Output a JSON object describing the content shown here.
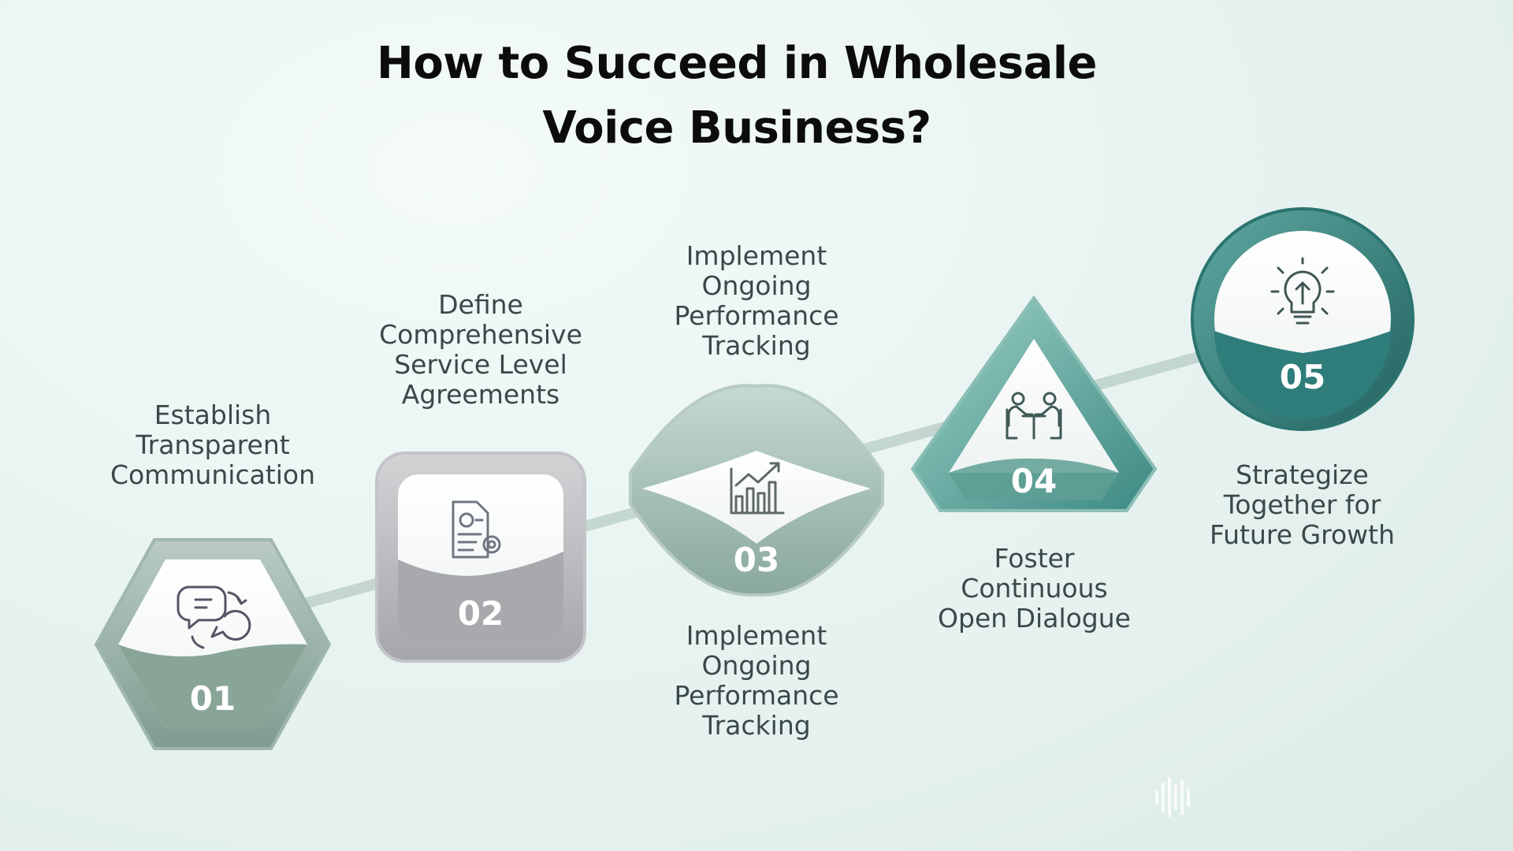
{
  "title": {
    "line1": "How to Succeed in Wholesale",
    "line2": "Voice Business?"
  },
  "steps": [
    {
      "number": "01",
      "label": "Establish\nTransparent\nCommunication",
      "icon": "chat-bubbles-icon"
    },
    {
      "number": "02",
      "label": "Define\nComprehensive\nService Level\nAgreements",
      "icon": "document-gear-icon"
    },
    {
      "number": "03",
      "label": "Implement\nOngoing\nPerformance\nTracking",
      "label_bottom": "Implement\nOngoing\nPerformance\nTracking",
      "icon": "bar-chart-icon"
    },
    {
      "number": "04",
      "label": "Foster\nContinuous\nOpen Dialogue",
      "icon": "meeting-people-icon"
    },
    {
      "number": "05",
      "label": "Strategize\nTogether for\nFuture Growth",
      "icon": "lightbulb-icon"
    }
  ],
  "colors": {
    "teal_dark": "#2f7d7a",
    "teal_light": "#8fc4bd",
    "gray": "#a9aaae",
    "sage": "#8aa59a"
  }
}
